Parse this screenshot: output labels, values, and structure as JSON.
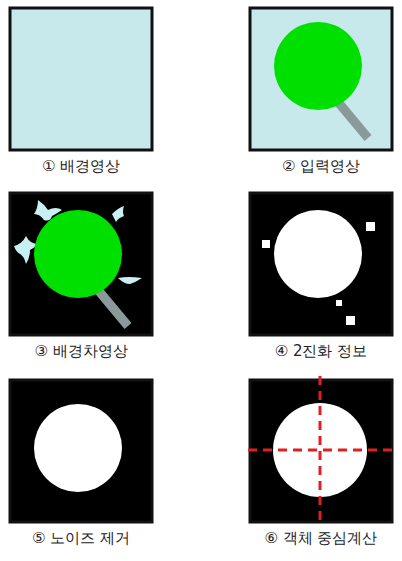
{
  "diagram": {
    "nodes": [
      {
        "text": [
          "① 배경영상"
        ]
      },
      {
        "text": [
          "② 입력영상"
        ]
      },
      {
        "text": [
          "③ 배경차영상"
        ]
      },
      {
        "text": [
          "④ 2진화 정보"
        ]
      },
      {
        "text": [
          "⑤ 노이즈 제거"
        ]
      },
      {
        "text": [
          "⑥ 객체 중심계산"
        ]
      }
    ]
  }
}
